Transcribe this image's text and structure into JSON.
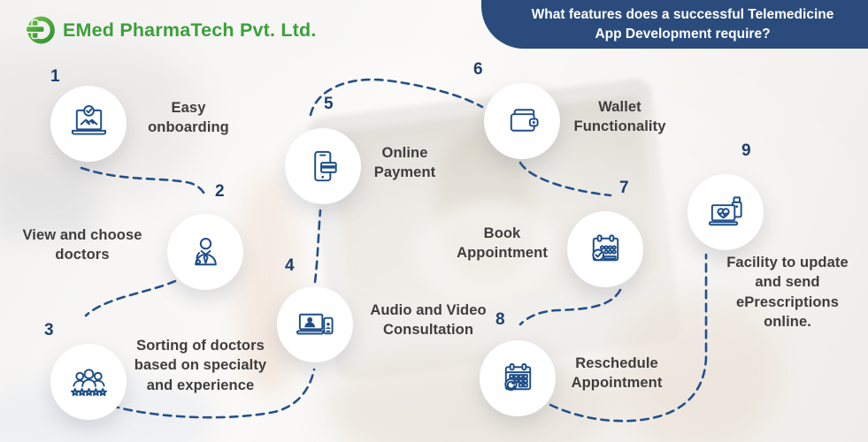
{
  "brand": {
    "name": "EMed PharmaTech Pvt. Ltd.",
    "logo_icon": "green-cross-circle-icon"
  },
  "banner": {
    "line1": "What features does a successful Telemedicine",
    "line2": "App Development require?"
  },
  "features": [
    {
      "num": "1",
      "label": "Easy onboarding",
      "icon": "laptop-handshake-icon"
    },
    {
      "num": "2",
      "label": "View and choose doctors",
      "icon": "doctor-icon"
    },
    {
      "num": "3",
      "label": "Sorting of doctors based on specialty and experience",
      "icon": "doctors-rating-stars-icon"
    },
    {
      "num": "4",
      "label": "Audio and Video Consultation",
      "icon": "laptop-video-call-icon"
    },
    {
      "num": "5",
      "label": "Online Payment",
      "icon": "mobile-card-payment-icon"
    },
    {
      "num": "6",
      "label": "Wallet Functionality",
      "icon": "wallet-icon"
    },
    {
      "num": "7",
      "label": "Book Appointment",
      "icon": "calendar-check-icon"
    },
    {
      "num": "8",
      "label": "Reschedule Appointment",
      "icon": "calendar-refresh-icon"
    },
    {
      "num": "9",
      "label": "Facility to update and send ePrescriptions online.",
      "icon": "laptop-heart-medicine-icon"
    }
  ],
  "colors": {
    "banner_navy": "#2a4b7c",
    "icon_stroke": "#1d4e89",
    "connector_navy": "#24508c",
    "number_navy": "#1d3f6e",
    "brand_green": "#3ba03b",
    "label_text": "#3e3d3d"
  }
}
